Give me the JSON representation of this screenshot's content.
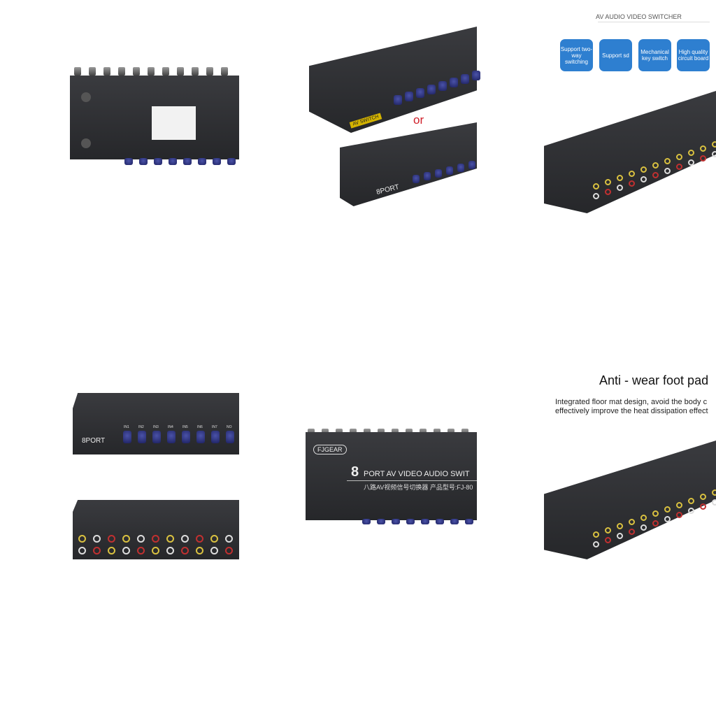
{
  "panel_top_middle": {
    "separator_text": "or",
    "badge_text": "AV SWITCH",
    "port_label": "8PORT"
  },
  "panel_top_right": {
    "title": "AV AUDIO VIDEO SWITCHER",
    "features": [
      "Support two-way switching",
      "Support sd",
      "Mechanical key switch",
      "High quality circuit board"
    ],
    "feature_color": "#2e7fd0"
  },
  "panel_bottom_left": {
    "port_label": "8PORT",
    "button_labels": [
      "IN1",
      "IN2",
      "IN3",
      "IN4",
      "IN5",
      "IN6",
      "IN7",
      "NO"
    ]
  },
  "panel_bottom_middle": {
    "brand": "FJGEAR",
    "product_title": "PORT AV VIDEO AUDIO SWIT",
    "product_number": "8",
    "product_subtitle": "八路AV视频信号切换器 产品型号:FJ-80"
  },
  "panel_bottom_right": {
    "heading": "Anti - wear foot pad",
    "description_line1": "Integrated floor mat design, avoid the body c",
    "description_line2": "effectively improve the heat dissipation effect"
  }
}
